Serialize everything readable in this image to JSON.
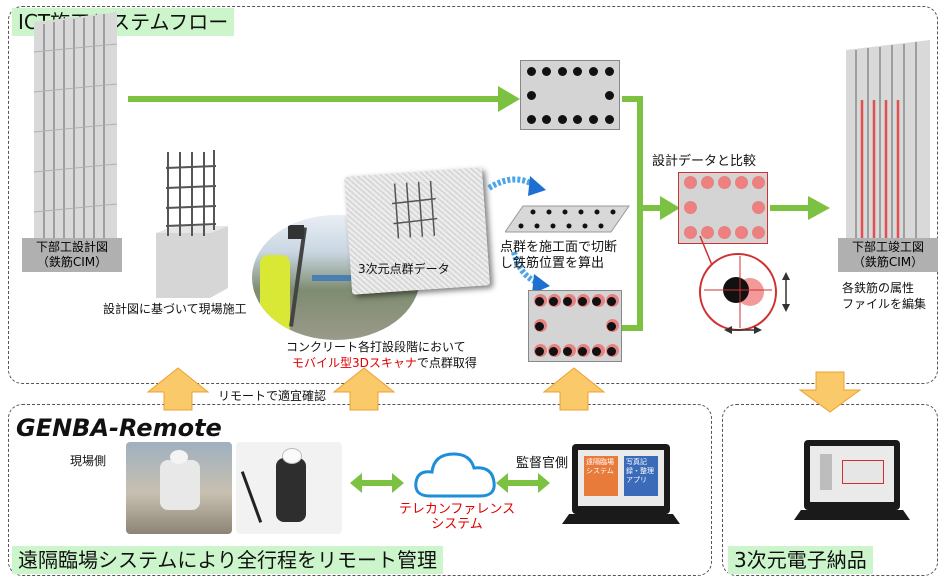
{
  "top_section": {
    "title": "ICT施工システムフロー",
    "design_label_line1": "下部工設計図",
    "design_label_line2": "（鉄筋CIM）",
    "construction_caption": "設計図に基づいて現場施工",
    "scan_caption_line1": "コンクリート各打設段階において",
    "scan_caption_red": "モバイル型3Dスキャナ",
    "scan_caption_tail": "で点群取得",
    "pointcloud_label": "3次元点群データ",
    "calc_caption_line1": "点群を施工面で切断",
    "calc_caption_line2": "し鉄筋位置を算出",
    "compare_label": "設計データと比較",
    "asbuilt_label_line1": "下部工竣工図",
    "asbuilt_label_line2": "（鉄筋CIM）",
    "edit_caption_line1": "各鉄筋の属性",
    "edit_caption_line2": "ファイルを編集",
    "remote_check": "リモートで適宜確認"
  },
  "genba": {
    "title": "GENBA-Remote",
    "site_side": "現場側",
    "teleconf_line1": "テレカンファレンス",
    "teleconf_line2": "システム",
    "supervisor_side": "監督官側",
    "app1": "遠隔臨場システム",
    "app2": "写真記録・整理アプリ",
    "footer": "遠隔臨場システムにより全行程をリモート管理"
  },
  "delivery": {
    "title": "3次元電子納品"
  },
  "colors": {
    "arrow_green": "#7cc142",
    "arrow_orange": "#f7b24c",
    "label_bg": "#ccf5cc",
    "red": "#e00000",
    "cloud_blue": "#1e8ed8"
  }
}
